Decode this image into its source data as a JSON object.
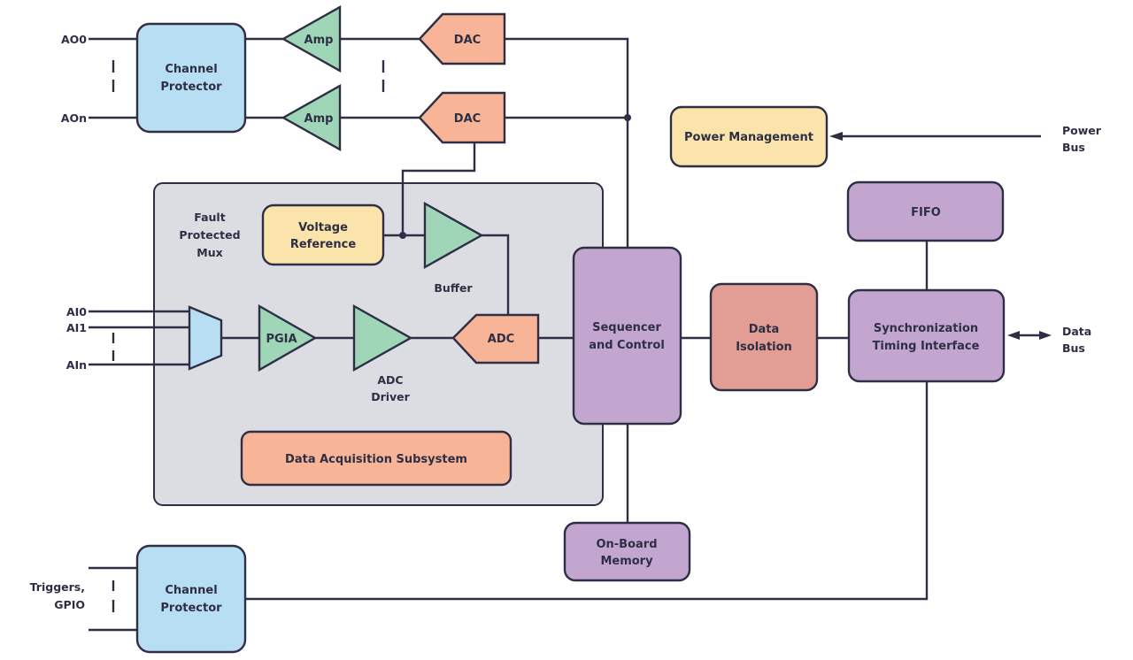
{
  "diagram": {
    "title": "Data Acquisition System Block Diagram",
    "colors": {
      "protector": "#b8def3",
      "amplifier": "#9fd6b8",
      "converter": "#f8b497",
      "reference": "#fbe4ab",
      "digital": "#c3a6d0",
      "isolation": "#e29d94",
      "subsystem_bg": "#dcdde3",
      "line": "#2e2e44"
    },
    "signals": {
      "ao0": "AO0",
      "aon": "AOn",
      "ai0": "AI0",
      "ai1": "AI1",
      "ain": "AIn",
      "triggers_line1": "Triggers,",
      "triggers_line2": "GPIO",
      "power_bus_line1": "Power",
      "power_bus_line2": "Bus",
      "data_bus_line1": "Data",
      "data_bus_line2": "Bus"
    },
    "blocks": {
      "channel_protector_top": [
        "Channel",
        "Protector"
      ],
      "amp_top": "Amp",
      "amp_bottom": "Amp",
      "dac_top": "DAC",
      "dac_bottom": "DAC",
      "power_management": "Power Management",
      "fault_mux_label": [
        "Fault",
        "Protected",
        "Mux"
      ],
      "voltage_reference": [
        "Voltage",
        "Reference"
      ],
      "buffer": "Buffer",
      "pgia": "PGIA",
      "adc_driver": [
        "ADC",
        "Driver"
      ],
      "adc": "ADC",
      "data_acquisition_subsystem": "Data Acquisition Subsystem",
      "sequencer": [
        "Sequencer",
        "and Control"
      ],
      "data_isolation": [
        "Data",
        "Isolation"
      ],
      "fifo": "FIFO",
      "sync_timing": [
        "Synchronization",
        "Timing Interface"
      ],
      "onboard_memory": [
        "On-Board",
        "Memory"
      ],
      "channel_protector_bottom": [
        "Channel",
        "Protector"
      ]
    }
  }
}
